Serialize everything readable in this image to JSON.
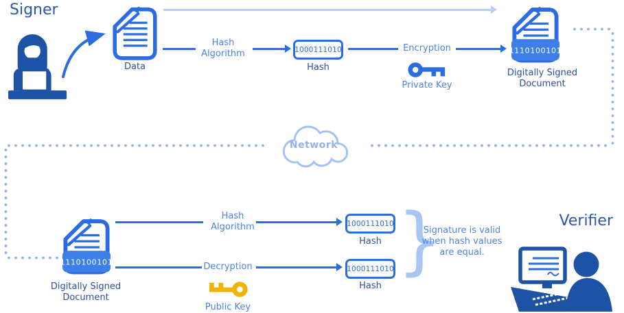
{
  "colors": {
    "primary_blue": "#2b6ce2",
    "dark_blue": "#1d52a4",
    "title_blue": "#2c57aa",
    "node_label_blue": "#2b4f9f",
    "process_label_blue": "#4a82e8",
    "light_blue": "#8fb2ed",
    "pale_arrow_blue": "#b9cef4",
    "brace_blue": "#a8c5f4",
    "badge_blue": "#3e7ee8",
    "key_yellow": "#f2b200",
    "cloud_blue": "#a3c1f2"
  },
  "signer": {
    "title": "Signer"
  },
  "verifier": {
    "title": "Verifier"
  },
  "network": {
    "label": "Network"
  },
  "top_flow": {
    "data_label": "Data",
    "hash_algorithm_label": "Hash Algorithm",
    "hash_value": "1000111010",
    "hash_label": "Hash",
    "encryption_label": "Encryption",
    "private_key_label": "Private Key",
    "signed_badge": "1110100101",
    "signed_doc_label": "Digitally Signed Document"
  },
  "bottom_flow": {
    "signed_badge": "1110100101",
    "signed_doc_label": "Digitally Signed Document",
    "hash_algorithm_label": "Hash Algorithm",
    "hash_value_1": "1000111010",
    "hash_label_1": "Hash",
    "decryption_label": "Decryption",
    "public_key_label": "Public Key",
    "hash_value_2": "1000111010",
    "hash_label_2": "Hash",
    "brace_glyph": "}",
    "validity_text": "Signature is valid when hash values are equal."
  }
}
